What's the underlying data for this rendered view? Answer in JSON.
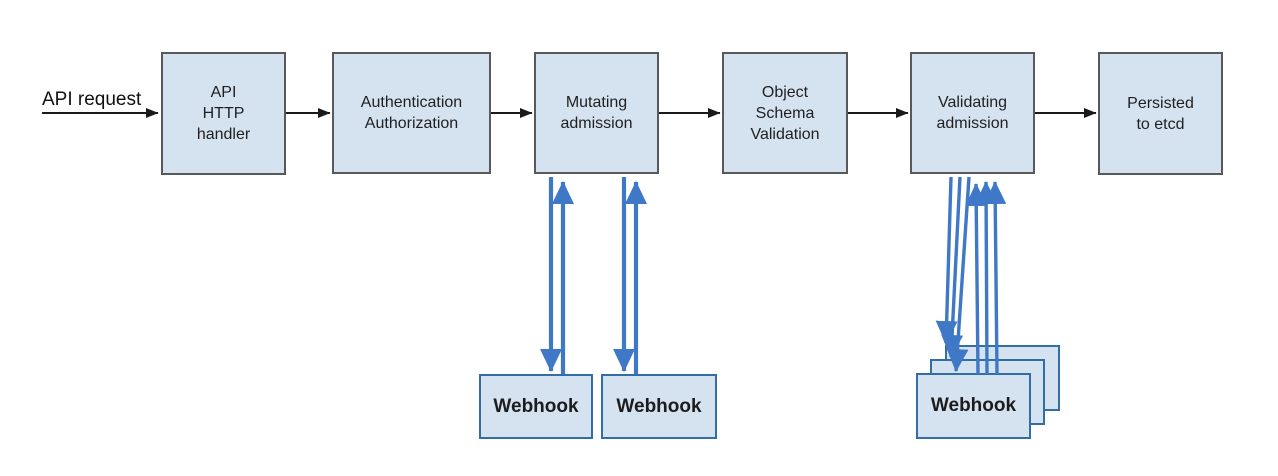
{
  "diagram": {
    "input_label": "API request",
    "nodes": [
      {
        "name": "api-http-handler",
        "label": "API\nHTTP\nhandler"
      },
      {
        "name": "authentication-authorization",
        "label": "Authentication\nAuthorization"
      },
      {
        "name": "mutating-admission",
        "label": "Mutating\nadmission"
      },
      {
        "name": "object-schema-validation",
        "label": "Object\nSchema\nValidation"
      },
      {
        "name": "validating-admission",
        "label": "Validating\nadmission"
      },
      {
        "name": "persisted-to-etcd",
        "label": "Persisted\nto etcd"
      }
    ],
    "mutating_webhooks": [
      {
        "label": "Webhook"
      },
      {
        "label": "Webhook"
      }
    ],
    "validating_webhook": {
      "label": "Webhook"
    },
    "colors": {
      "node_fill": "#d5e3f1",
      "node_border": "#58595b",
      "webhook_border": "#336da6",
      "arrow_blue": "#3e78c6",
      "arrow_black": "#1a1a1a",
      "text_color": "#1f1f1f"
    }
  }
}
